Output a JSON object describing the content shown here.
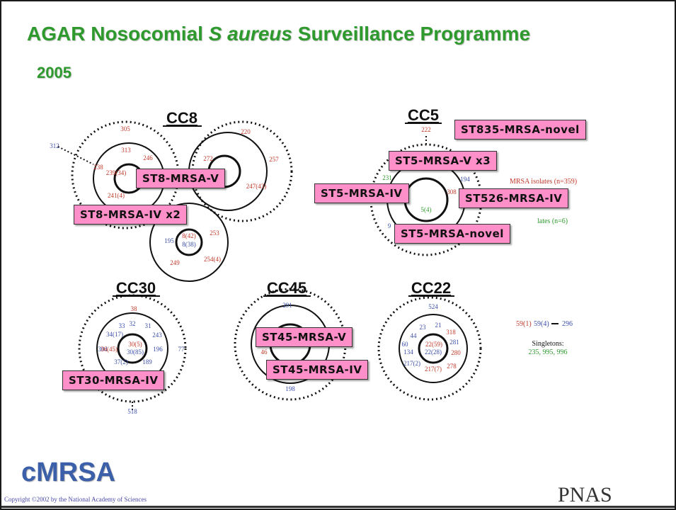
{
  "title": {
    "pre": "AGAR Nosocomial ",
    "italic": "S aureus",
    "post": " Surveillance Programme",
    "line2": "2005"
  },
  "clusters": {
    "cc8": "CC8",
    "cc5": "CC5",
    "cc30": "CC30",
    "cc45": "CC45",
    "cc22": "CC22"
  },
  "nodes": [
    {
      "t": "312",
      "c": "#3b4fa8"
    },
    {
      "t": "305",
      "c": "#c0392b"
    },
    {
      "t": "313",
      "c": "#c0392b"
    },
    {
      "t": "238",
      "c": "#c0392b"
    },
    {
      "t": "246",
      "c": "#c0392b"
    },
    {
      "t": "239(34)",
      "c": "#c0392b"
    },
    {
      "t": "241(4)",
      "c": "#c0392b"
    },
    {
      "t": "220",
      "c": "#c0392b"
    },
    {
      "t": "272",
      "c": "#c0392b"
    },
    {
      "t": "257",
      "c": "#c0392b"
    },
    {
      "t": "247(43)",
      "c": "#c0392b"
    },
    {
      "t": "8(42)",
      "c": "#c0392b"
    },
    {
      "t": "8(38)",
      "c": "#3b4fa8"
    },
    {
      "t": "195",
      "c": "#3b4fa8"
    },
    {
      "t": "253",
      "c": "#c0392b"
    },
    {
      "t": "249",
      "c": "#c0392b"
    },
    {
      "t": "254(4)",
      "c": "#c0392b"
    },
    {
      "t": "222",
      "c": "#c0392b"
    },
    {
      "t": "194",
      "c": "#3b4fa8"
    },
    {
      "t": "308",
      "c": "#c0392b"
    },
    {
      "t": "5(4)",
      "c": "#2e9a2e"
    },
    {
      "t": "231",
      "c": "#2e9a2e"
    },
    {
      "t": "9",
      "c": "#3b4fa8"
    },
    {
      "t": "38",
      "c": "#c0392b"
    },
    {
      "t": "33",
      "c": "#3b4fa8"
    },
    {
      "t": "32",
      "c": "#3b4fa8"
    },
    {
      "t": "31",
      "c": "#3b4fa8"
    },
    {
      "t": "34(17)",
      "c": "#3b4fa8"
    },
    {
      "t": "243",
      "c": "#3b4fa8"
    },
    {
      "t": "30(5)",
      "c": "#c0392b"
    },
    {
      "t": "30(85)",
      "c": "#3b4fa8"
    },
    {
      "t": "304",
      "c": "#3b4fa8"
    },
    {
      "t": "36(45)",
      "c": "#c0392b"
    },
    {
      "t": "196",
      "c": "#3b4fa8"
    },
    {
      "t": "77",
      "c": "#3b4fa8"
    },
    {
      "t": "37(2)",
      "c": "#3b4fa8"
    },
    {
      "t": "189",
      "c": "#3b4fa8"
    },
    {
      "t": "518",
      "c": "#3b4fa8"
    },
    {
      "t": "291",
      "c": "#3b4fa8"
    },
    {
      "t": "46",
      "c": "#c0392b"
    },
    {
      "t": "198",
      "c": "#3b4fa8"
    },
    {
      "t": "524",
      "c": "#3b4fa8"
    },
    {
      "t": "23",
      "c": "#3b4fa8"
    },
    {
      "t": "21",
      "c": "#3b4fa8"
    },
    {
      "t": "318",
      "c": "#c0392b"
    },
    {
      "t": "44",
      "c": "#3b4fa8"
    },
    {
      "t": "22(59)",
      "c": "#c0392b"
    },
    {
      "t": "281",
      "c": "#3b4fa8"
    },
    {
      "t": "60",
      "c": "#3b4fa8"
    },
    {
      "t": "22(28)",
      "c": "#3b4fa8"
    },
    {
      "t": "280",
      "c": "#c0392b"
    },
    {
      "t": "134",
      "c": "#3b4fa8"
    },
    {
      "t": "217(2)",
      "c": "#3b4fa8"
    },
    {
      "t": "278",
      "c": "#c0392b"
    },
    {
      "t": "217(7)",
      "c": "#c0392b"
    }
  ],
  "legend": {
    "mrsa": "MRSA isolates (n=359)",
    "mssa": "lates (n=6)"
  },
  "side": {
    "st59a": "59(1)",
    "st59b": "59(4)",
    "st296": "296",
    "singletons_title": "Singletons:",
    "singletons": "235, 995, 996"
  },
  "labels": {
    "st835": "ST835-MRSA-novel",
    "st5v": "ST5-MRSA-V x3",
    "st8v": "ST8-MRSA-V",
    "st5iv": "ST5-MRSA-IV",
    "st526": "ST526-MRSA-IV",
    "st8iv": "ST8-MRSA-IV x2",
    "st5novel": "ST5-MRSA-novel",
    "st45v": "ST45-MRSA-V",
    "st45iv": "ST45-MRSA-IV",
    "st30iv": "ST30-MRSA-IV"
  },
  "footer": {
    "logo": "cMRSA",
    "copyright": "Copyright ©2002 by the National Academy of Sciences",
    "journal": "PNAS"
  },
  "colors": {
    "title": "#2e9a2e",
    "label_bg": "#ff8fc8",
    "mrsa": "#c0392b",
    "mssa": "#3b4fa8",
    "green": "#2e9a2e",
    "logo": "#3b5fa8"
  }
}
